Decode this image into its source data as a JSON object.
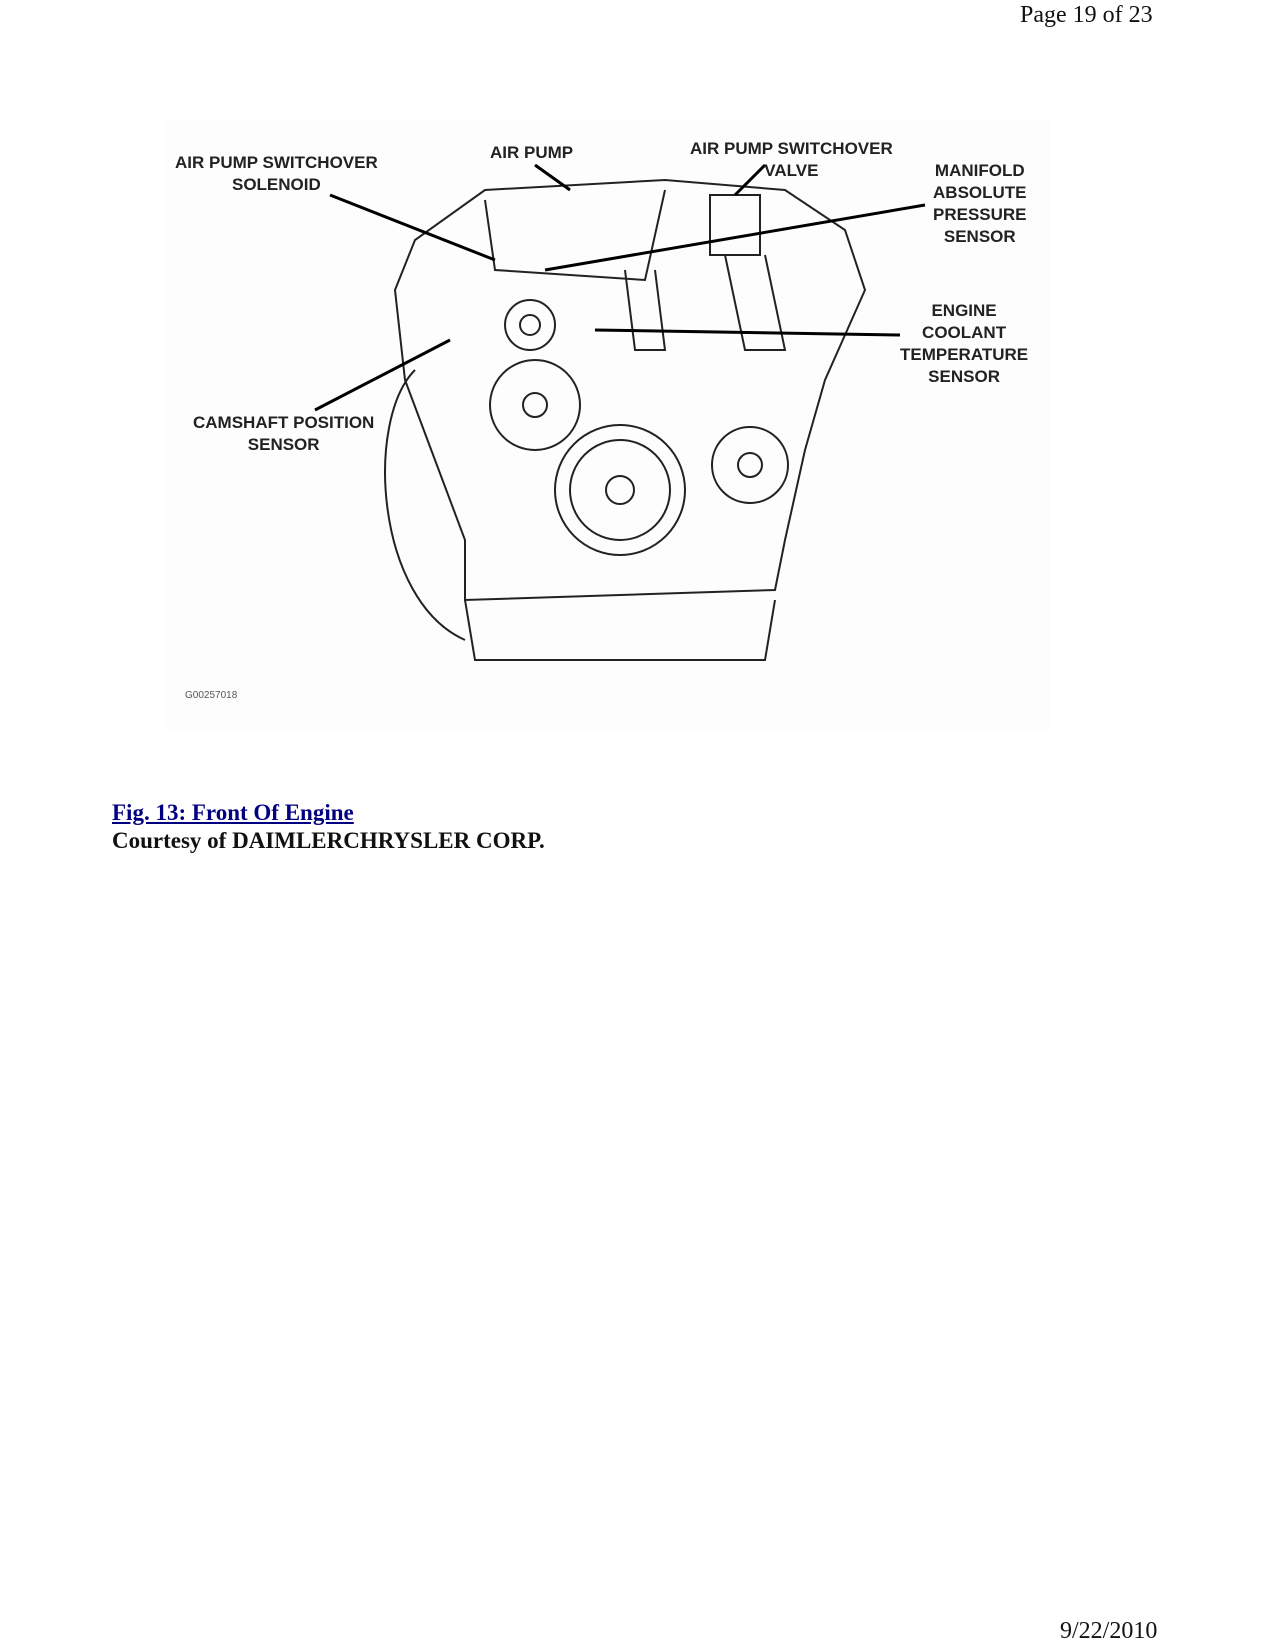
{
  "header": {
    "page": "Page 19 of 23"
  },
  "figure": {
    "labels": {
      "solenoid": "AIR PUMP SWITCHOVER\nSOLENOID",
      "air_pump": "AIR PUMP",
      "valve": "AIR PUMP SWITCHOVER\nVALVE",
      "map_sensor": "MANIFOLD\nABSOLUTE\nPRESSURE\nSENSOR",
      "ect_sensor": "ENGINE\nCOOLANT\nTEMPERATURE\nSENSOR",
      "cmp_sensor": "CAMSHAFT POSITION\nSENSOR"
    },
    "code": "G00257018"
  },
  "caption": {
    "title": "Fig. 13: Front Of Engine",
    "courtesy": "Courtesy of DAIMLERCHRYSLER CORP."
  },
  "footer": {
    "date": "9/22/2010"
  }
}
